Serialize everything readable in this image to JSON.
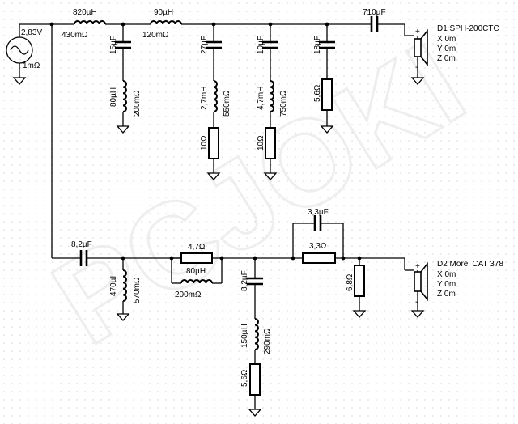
{
  "source": {
    "voltage": "2,83V",
    "resistance": "1mΩ"
  },
  "tweeter_path": {
    "series_l1": {
      "value": "820µH",
      "resistance": "430mΩ"
    },
    "series_l2": {
      "value": "90µH",
      "resistance": "120mΩ"
    },
    "series_c": "710µF",
    "shunt1": {
      "cap": "15µF",
      "ind": "80µH",
      "ind_res": "200mΩ"
    },
    "shunt2": {
      "cap": "27µF",
      "ind": "2,7mH",
      "ind_res": "550mΩ",
      "res": "10Ω"
    },
    "shunt3": {
      "cap": "10µF",
      "ind": "4,7mH",
      "ind_res": "750mΩ",
      "res": "10Ω"
    },
    "shunt4": {
      "cap": "18µF",
      "res": "5,6Ω"
    }
  },
  "woofer_path": {
    "series_c": "8,2µF",
    "shunt1": {
      "ind": "470µH",
      "ind_res": "570mΩ"
    },
    "par_res": "4,7Ω",
    "par_ind": {
      "value": "80µH",
      "resistance": "200mΩ"
    },
    "notch": {
      "cap": "8,2µF",
      "ind": "150µH",
      "ind_res": "290mΩ",
      "res": "5,6Ω"
    },
    "bypass_cap": "3,3µF",
    "series_res": "3,3Ω",
    "load_res": "6,8Ω"
  },
  "drivers": [
    {
      "name": "D1 SPH-200CTC",
      "x": "X 0m",
      "y": "Y 0m",
      "z": "Z 0m"
    },
    {
      "name": "D2 Morel CAT 378",
      "x": "X 0m",
      "y": "Y 0m",
      "z": "Z 0m"
    }
  ],
  "polarity": {
    "plus": "+",
    "minus": "-"
  }
}
